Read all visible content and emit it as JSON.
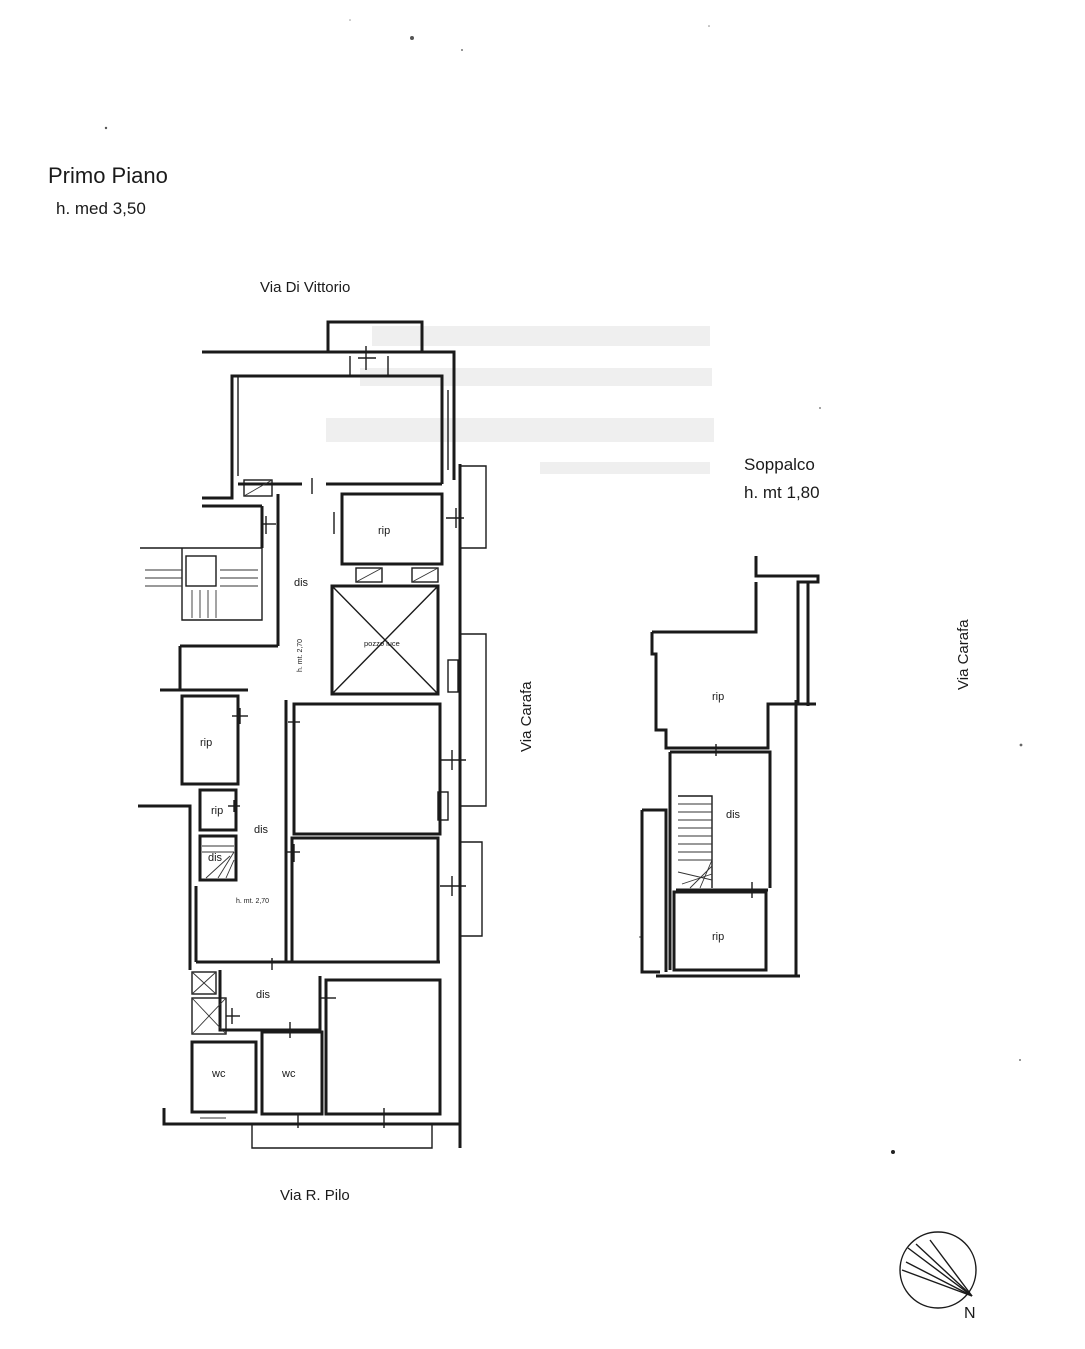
{
  "header": {
    "floor_title": "Primo Piano",
    "floor_height": "h. med 3,50"
  },
  "streets": {
    "north": "Via Di Vittorio",
    "south": "Via  R. Pilo",
    "east_main": "Via Carafa",
    "east_mezzanine": "Via Carafa"
  },
  "mezzanine": {
    "title": "Soppalco",
    "height": "h. mt 1,80"
  },
  "rooms": {
    "rip_top": "rip",
    "dis_upper": "dis",
    "pozzo_luce": "pozzo luce",
    "rip_left": "rip",
    "rip_small": "rip",
    "dis_mid": "dis",
    "dis_stair": "dis",
    "dis_lower": "dis",
    "wc_left": "wc",
    "wc_right": "wc",
    "rip_mez_top": "rip",
    "dis_mez": "dis",
    "rip_mez_bottom": "rip"
  },
  "heights": {
    "corridor_vertical": "h. mt. 2,70",
    "corridor_horizontal": "h. mt. 2,70"
  },
  "compass": {
    "north_label": "N"
  }
}
